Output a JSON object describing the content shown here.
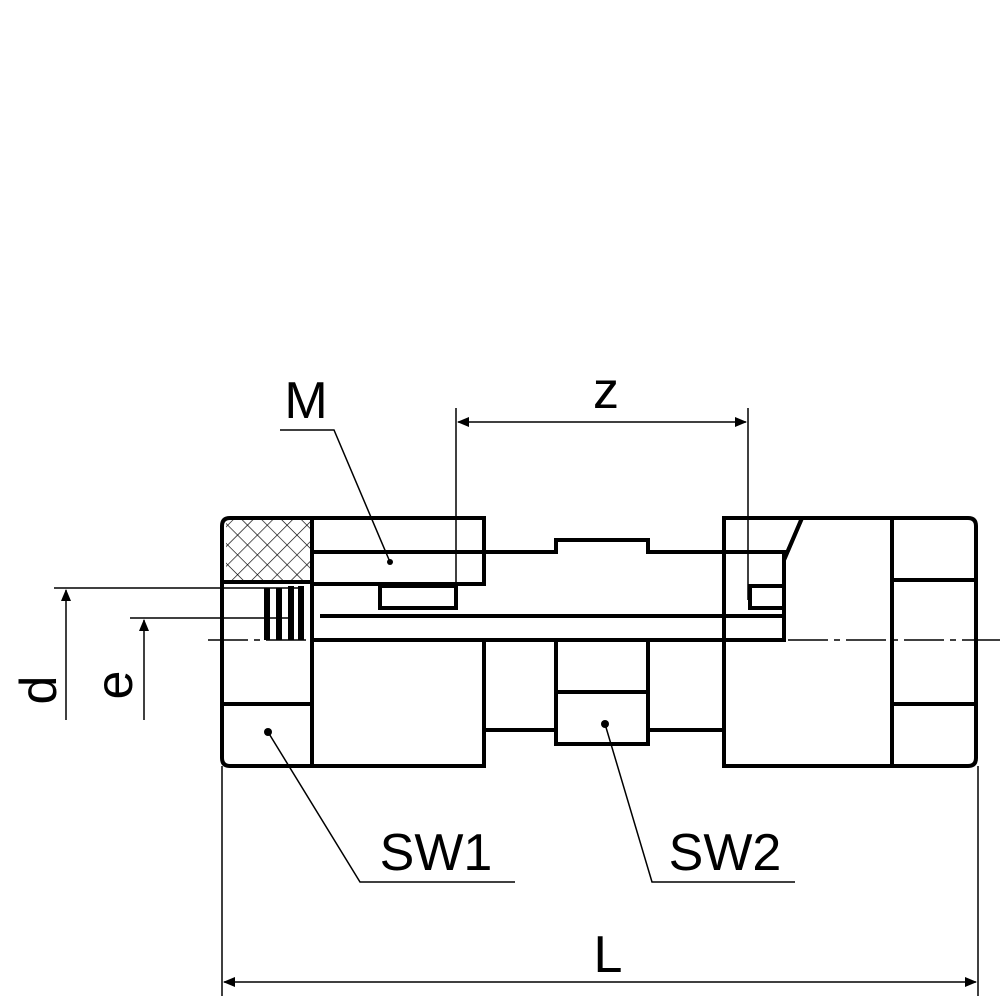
{
  "drawing": {
    "labels": {
      "m": "M",
      "z": "z",
      "d": "d",
      "e": "e",
      "sw1": "SW1",
      "sw2": "SW2",
      "l": "L"
    },
    "colors": {
      "line": "#000000",
      "background": "#ffffff"
    }
  }
}
